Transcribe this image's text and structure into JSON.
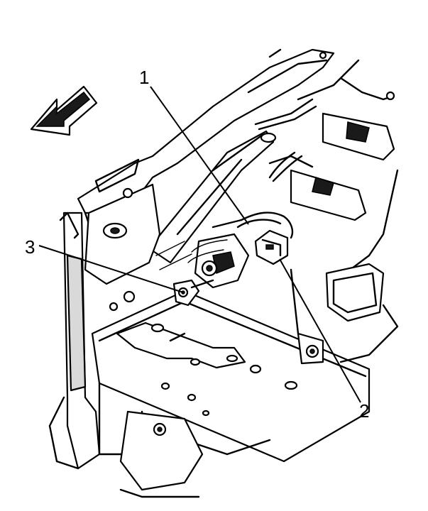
{
  "figure": {
    "callouts": [
      {
        "id": "1",
        "label": "1"
      },
      {
        "id": "2",
        "label": "2"
      },
      {
        "id": "3",
        "label": "3"
      }
    ],
    "direction_icon": "arrow-left-forward-icon"
  },
  "colors": {
    "line": "#000000",
    "background": "#ffffff",
    "shade": "#d9d9d9"
  }
}
